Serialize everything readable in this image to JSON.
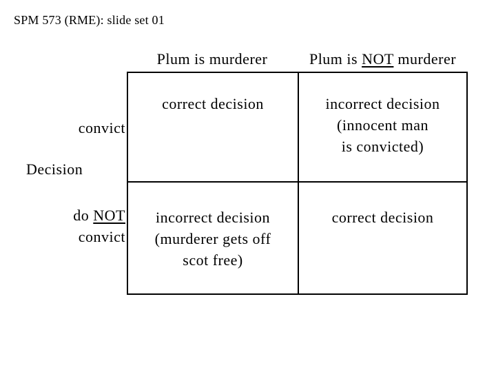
{
  "slide": {
    "title": "SPM 573 (RME): slide set 01"
  },
  "colors": {
    "background": "#ffffff",
    "text": "#000000",
    "table_border": "#000000"
  },
  "matrix": {
    "axis_label": "Decision",
    "columns": [
      {
        "pre": "Plum is murderer",
        "underlined": "",
        "post": ""
      },
      {
        "pre": "Plum is ",
        "underlined": "NOT",
        "post": " murderer"
      }
    ],
    "rows": [
      {
        "line1_pre": "convict",
        "line1_underlined": "",
        "line2": ""
      },
      {
        "line1_pre": "do ",
        "line1_underlined": "NOT",
        "line2": "convict"
      }
    ],
    "cells": [
      {
        "lines": [
          "correct decision"
        ]
      },
      {
        "lines": [
          "incorrect decision",
          "(innocent man",
          "is convicted)"
        ]
      },
      {
        "lines": [
          "incorrect decision",
          "(murderer gets off",
          "scot free)"
        ]
      },
      {
        "lines": [
          "correct decision"
        ]
      }
    ]
  }
}
